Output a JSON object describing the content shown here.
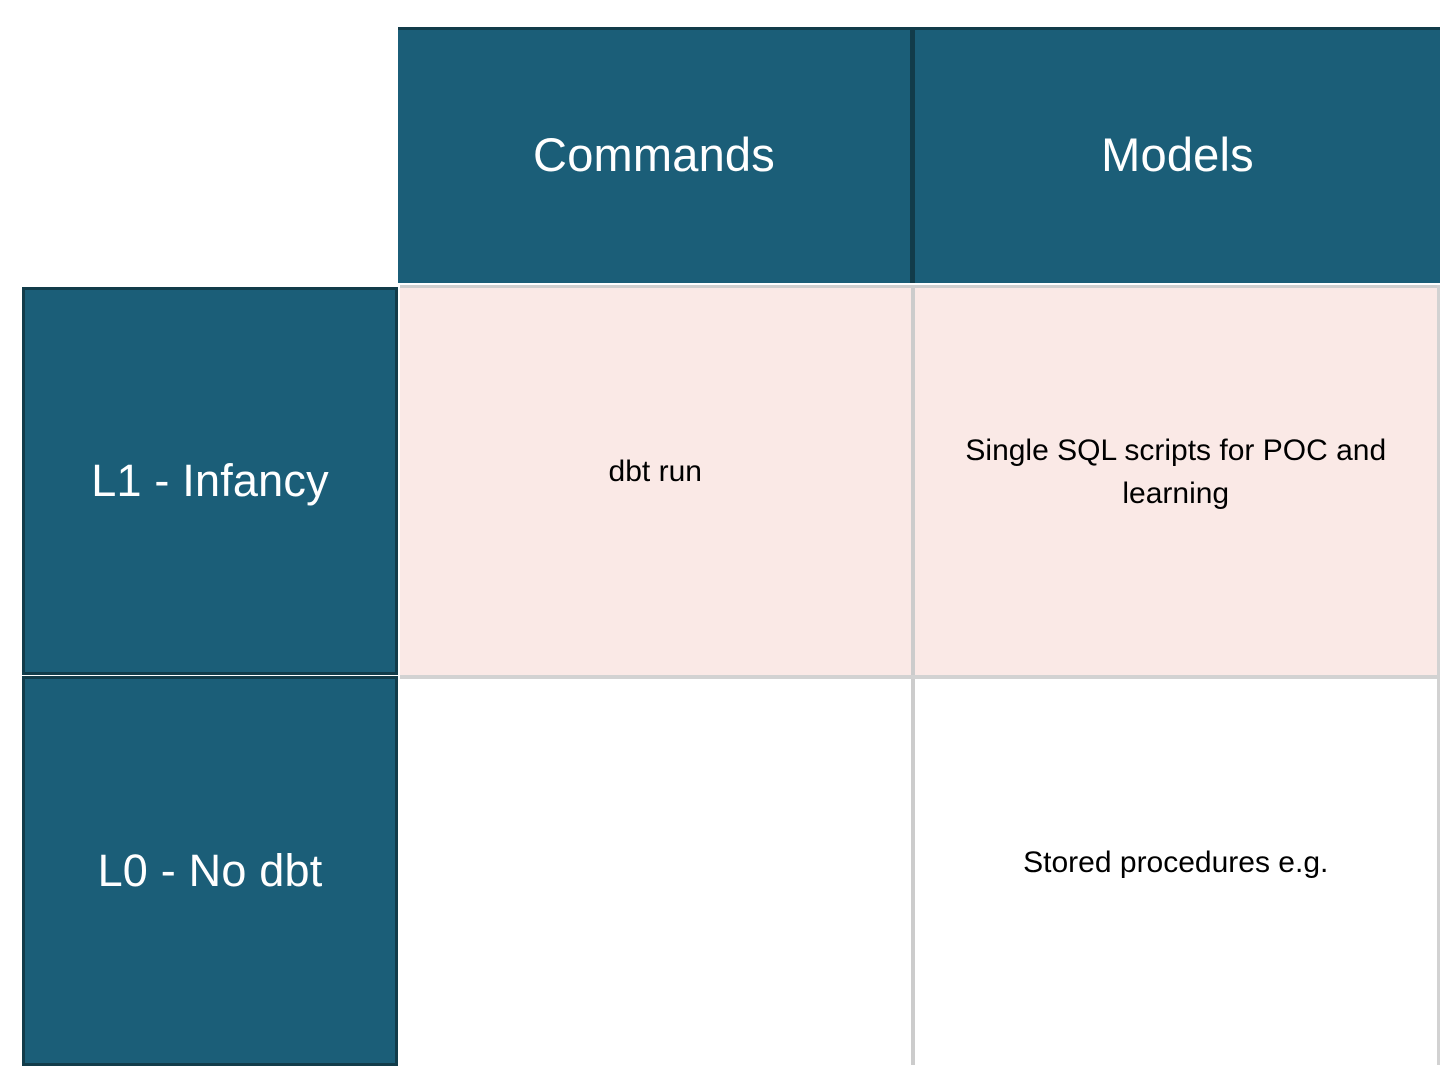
{
  "matrix": {
    "corner_cell": "",
    "column_headers": [
      {
        "label": "Commands",
        "name": "commands"
      },
      {
        "label": "Models",
        "name": "models"
      }
    ],
    "rows": [
      {
        "header": "L1 - Infancy",
        "tone": "pink",
        "cells": [
          {
            "text": "dbt run"
          },
          {
            "text": "Single SQL scripts for POC and learning"
          }
        ]
      },
      {
        "header": "L0 - No dbt",
        "tone": "white",
        "cells": [
          {
            "text": ""
          },
          {
            "text": "Stored procedures e.g."
          }
        ]
      }
    ]
  },
  "colors": {
    "header_teal": "#1b5e78",
    "header_border": "#123c4a",
    "row_highlight_pink": "#fae9e6",
    "grid_line": "#cccccc",
    "body_text": "#000000",
    "header_text": "#ffffff",
    "page_background": "#ffffff"
  }
}
